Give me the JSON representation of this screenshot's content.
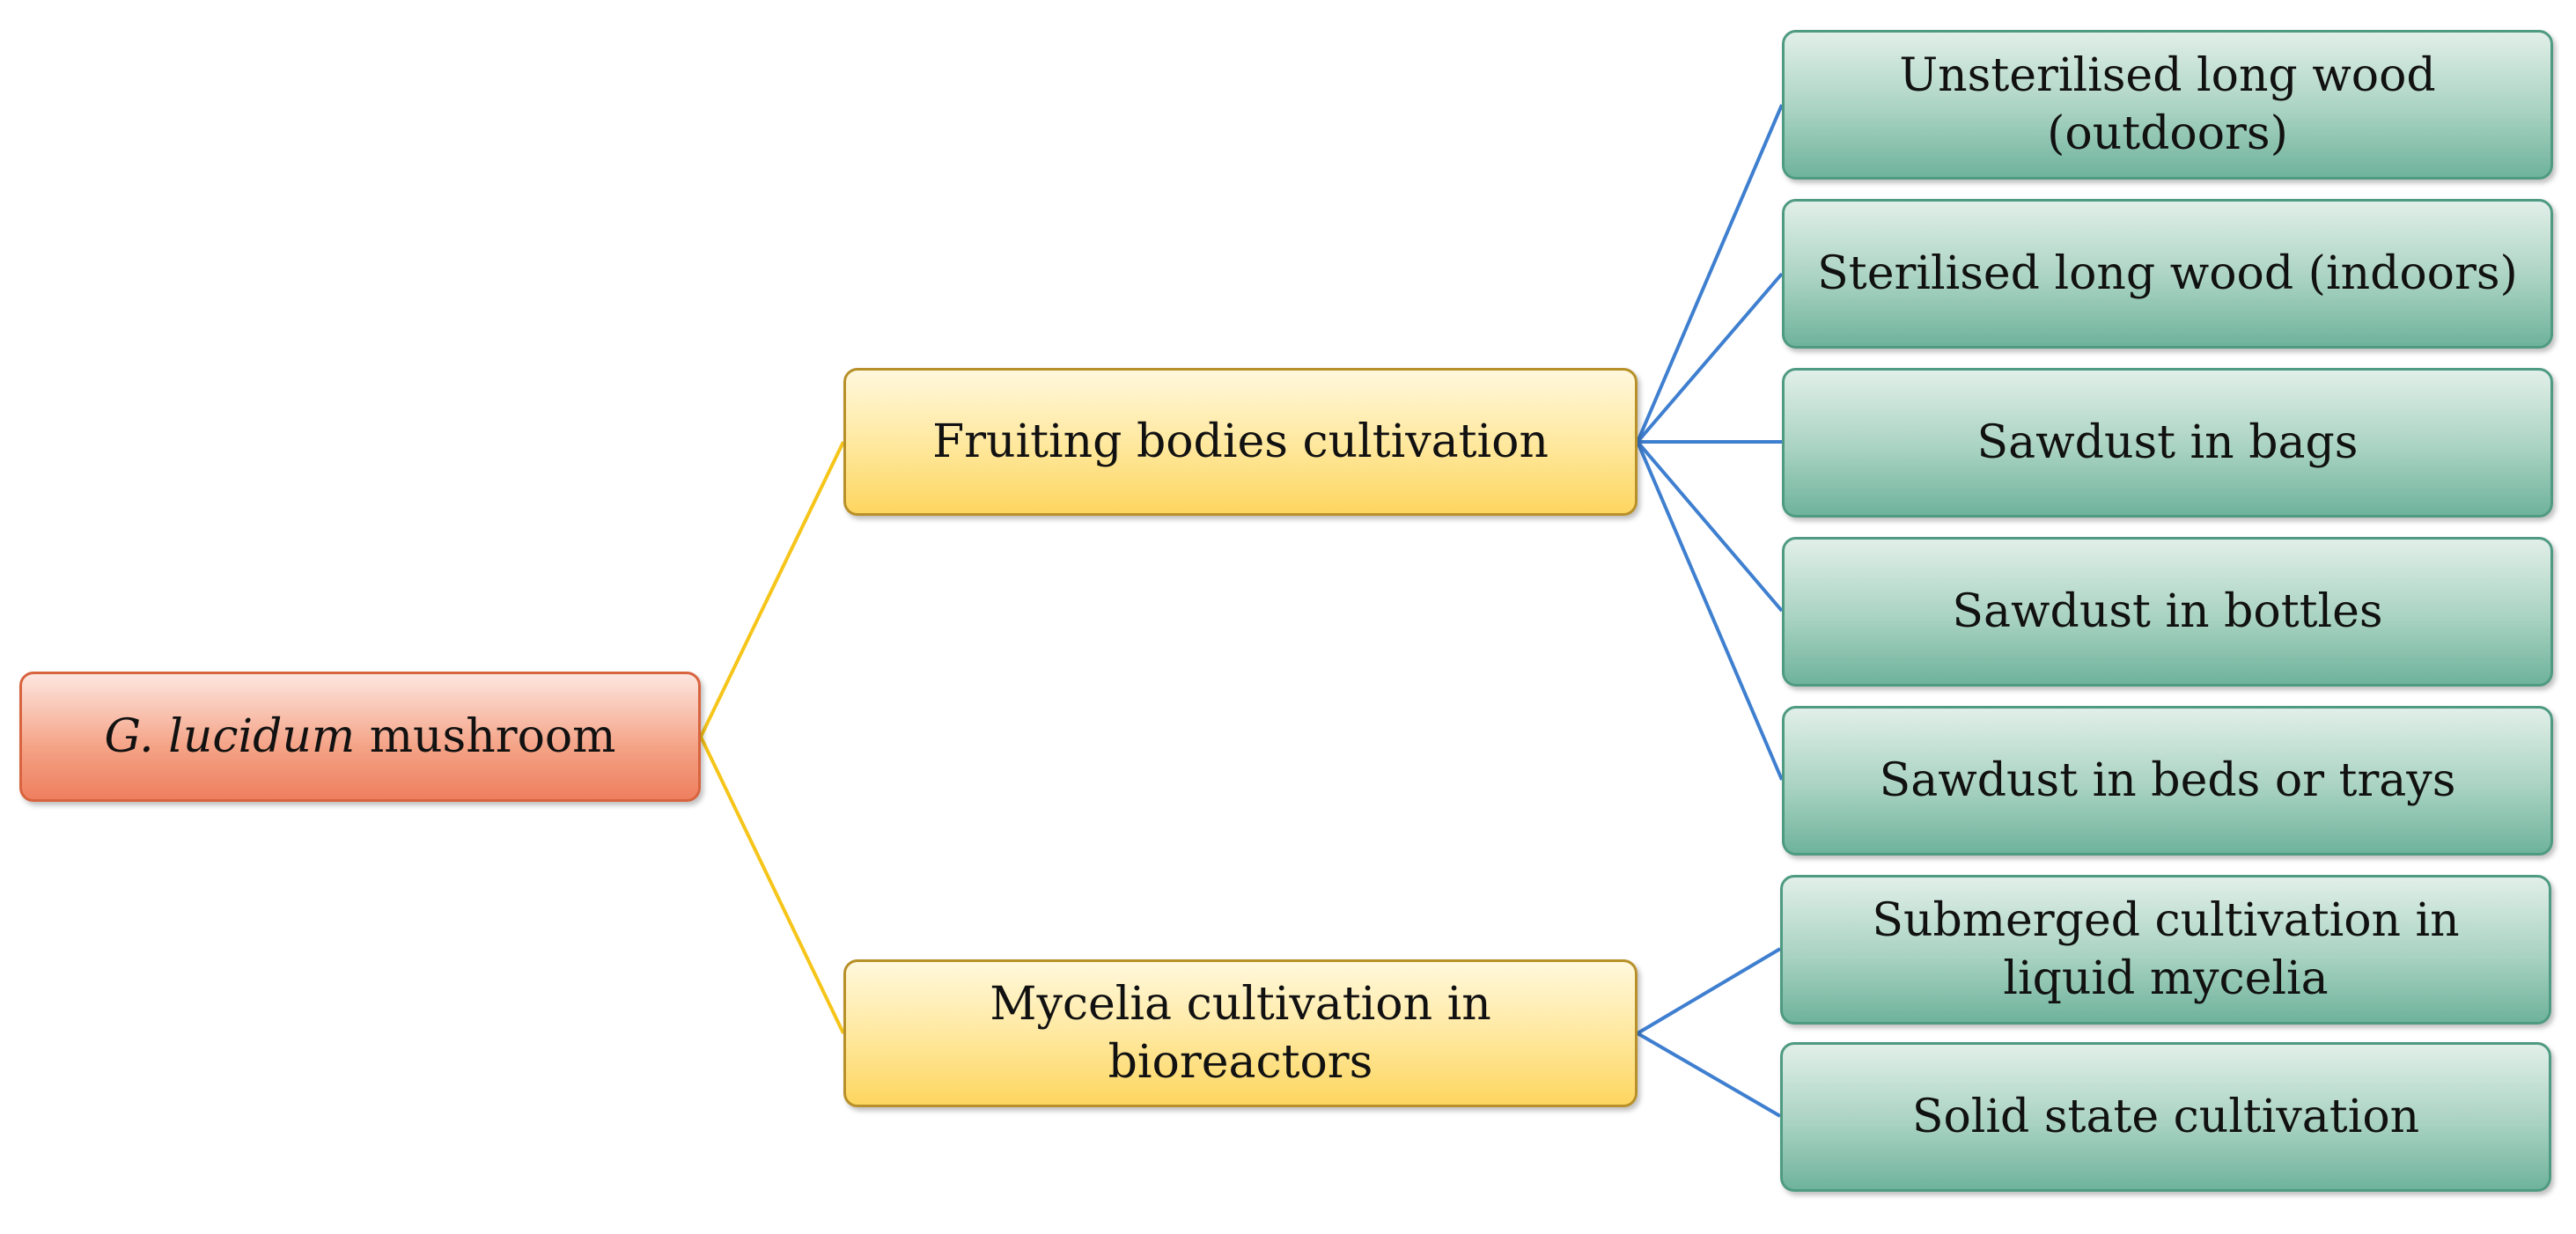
{
  "colors": {
    "root_fill": "#f4a184",
    "mid_fill": "#ffe79a",
    "leaf_fill": "#a8d2c2",
    "root_links": "#f6c51a",
    "leaf_links": "#3f7fd0"
  },
  "root": {
    "italic_part": "G. lucidum",
    "rest": " mushroom"
  },
  "branches": [
    {
      "label": "Fruiting bodies cultivation",
      "children": [
        "Unsterilised long wood (outdoors)",
        "Sterilised long wood (indoors)",
        "Sawdust in bags",
        "Sawdust in bottles",
        "Sawdust in beds or trays"
      ]
    },
    {
      "label": "Mycelia cultivation in bioreactors",
      "children": [
        "Submerged cultivation in liquid mycelia",
        "Solid state cultivation"
      ]
    }
  ]
}
